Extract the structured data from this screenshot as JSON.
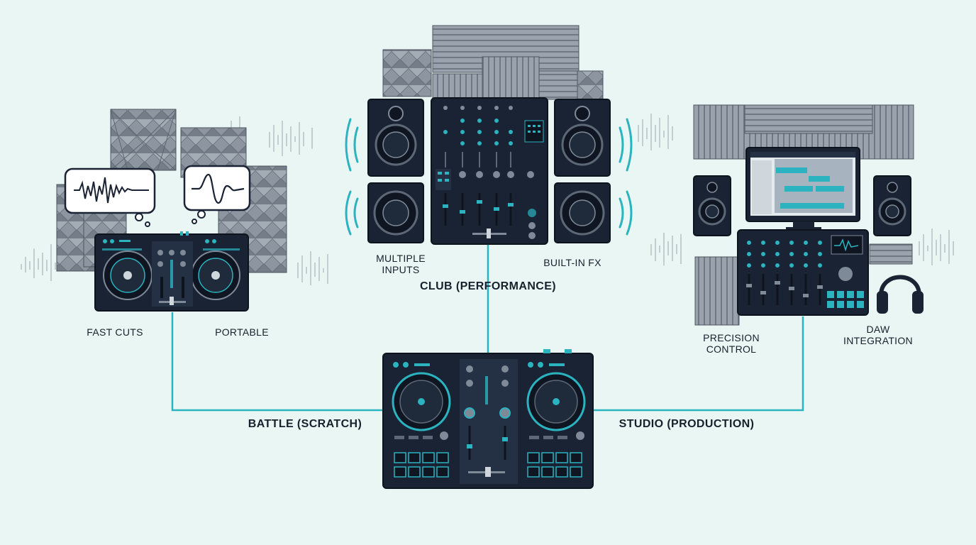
{
  "setups": {
    "battle": {
      "title": "BATTLE (SCRATCH)",
      "features": [
        "FAST CUTS",
        "PORTABLE"
      ]
    },
    "club": {
      "title": "CLUB (PERFORMANCE)",
      "features": [
        "MULTIPLE\nINPUTS",
        "BUILT-IN FX"
      ]
    },
    "studio": {
      "title": "STUDIO (PRODUCTION)",
      "features": [
        "PRECISION\nCONTROL",
        "DAW\nINTEGRATION"
      ]
    }
  },
  "colors": {
    "background": "#e9f6f4",
    "accent": "#2bb3c0",
    "device_body": "#1a2333",
    "device_panel": "#243044",
    "acoustic_panel": "#8a939f",
    "label_text": "#17202c"
  },
  "icons": [
    "controller-icon",
    "mixer-icon",
    "speaker-icon",
    "turntable-icon",
    "monitor-icon",
    "headphones-icon",
    "waveform-icon",
    "acoustic-panel-icon"
  ]
}
